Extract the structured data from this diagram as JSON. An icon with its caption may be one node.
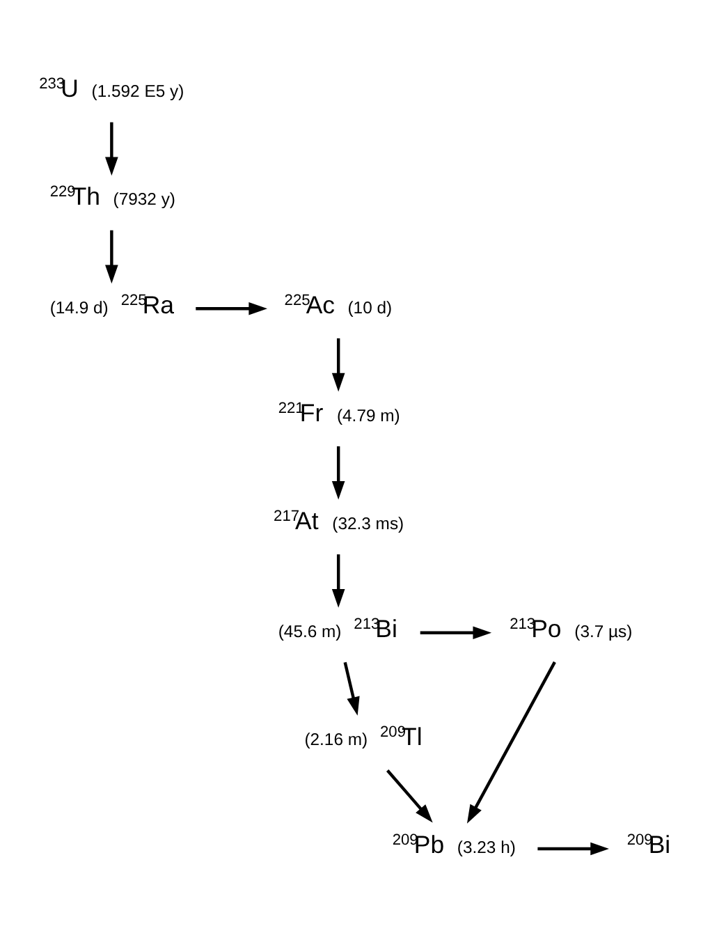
{
  "diagram": {
    "nodes": [
      {
        "text": [
          "$^{233}$U"
        ],
        "beside": [
          "(1.592 E5 y)"
        ]
      },
      {
        "text": [
          "$^{229}$Th"
        ],
        "beside": [
          "(7932 y)"
        ]
      },
      {
        "text": [
          "$^{225}$Ra"
        ],
        "beside": [
          "(14.9 d)"
        ]
      },
      {
        "text": [
          "$^{225}$Ac"
        ],
        "beside": [
          "(10 d)"
        ]
      },
      {
        "text": [
          "$^{221}$Fr"
        ],
        "beside": [
          "(4.79 m)"
        ]
      },
      {
        "text": [
          "$^{217}$At"
        ],
        "beside": [
          "(32.3 ms)"
        ]
      },
      {
        "text": [
          "$^{213}$Bi"
        ],
        "beside": [
          "(45.6 m)"
        ]
      },
      {
        "text": [
          "$^{213}$Po"
        ],
        "beside": [
          "(3.7 µs)"
        ]
      },
      {
        "text": [
          "$^{209}$Tl"
        ],
        "beside": [
          "(2.16 m)"
        ]
      },
      {
        "text": [
          "$^{209}$Pb"
        ],
        "beside": [
          "(3.23 h)"
        ]
      },
      {
        "text": [
          "$^{209}$Bi"
        ]
      }
    ],
    "edges": [
      {
        "from": 0,
        "to": 1,
        "arrow": "to"
      },
      {
        "from": 1,
        "to": 2,
        "arrow": "to"
      },
      {
        "from": 2,
        "to": 3,
        "arrow": "to"
      },
      {
        "from": 3,
        "to": 4,
        "arrow": "to"
      },
      {
        "from": 4,
        "to": 5,
        "arrow": "to"
      },
      {
        "from": 5,
        "to": 6,
        "arrow": "to"
      },
      {
        "from": 6,
        "to": 7,
        "arrow": "to"
      },
      {
        "from": 7,
        "to": 9,
        "arrow": "to"
      },
      {
        "from": 6,
        "to": 8,
        "arrow": "to"
      },
      {
        "from": 8,
        "to": 9,
        "arrow": "to"
      },
      {
        "from": 9,
        "to": 10,
        "arrow": "to"
      }
    ]
  }
}
